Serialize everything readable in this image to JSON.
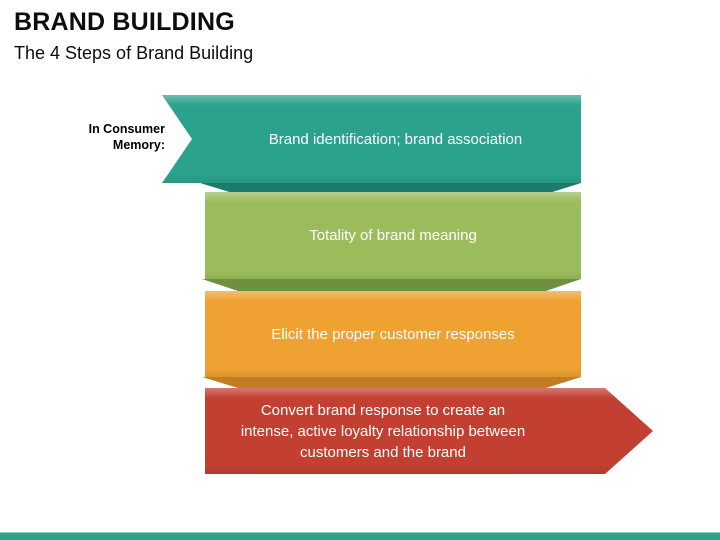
{
  "slide": {
    "title": "BRAND BUILDING",
    "subtitle": "The 4 Steps of Brand Building",
    "side_label": "In Consumer Memory:"
  },
  "steps": [
    {
      "label": "Brand identification; brand association",
      "color": "#2aa28c",
      "underside_color": "#1c7b69",
      "shape": "left-notched-ribbon"
    },
    {
      "label": "Totality of brand meaning",
      "color": "#9abc5b",
      "underside_color": "#6e9140",
      "shape": "rectangle"
    },
    {
      "label": "Elicit the proper customer responses",
      "color": "#efa132",
      "underside_color": "#c17d20",
      "shape": "rectangle"
    },
    {
      "label_lines": [
        "Convert brand response to create an",
        "intense, active loyalty relationship between",
        "customers and the brand"
      ],
      "color": "#c23f31",
      "shape": "right-arrow"
    }
  ],
  "footer": {
    "bar_color": "#2aa28c"
  },
  "text_color_on_banners": "#ffffff"
}
